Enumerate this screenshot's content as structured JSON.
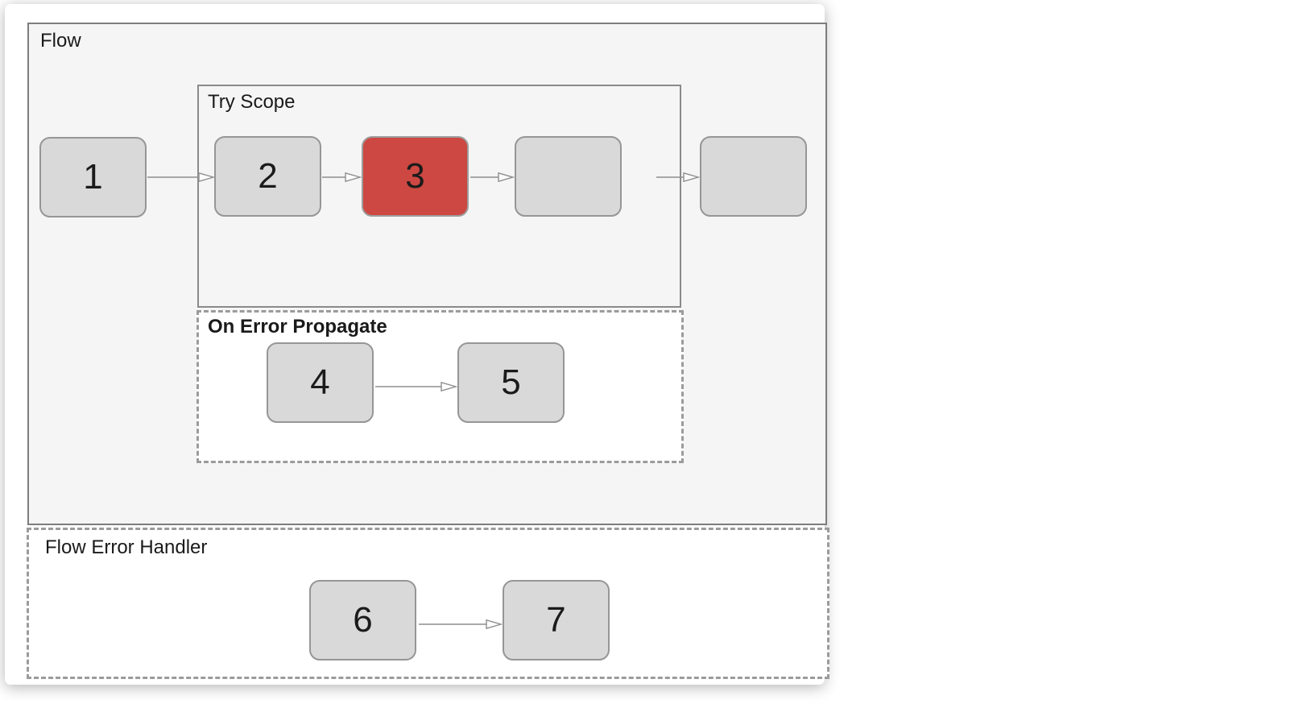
{
  "flow": {
    "label": "Flow"
  },
  "try_scope": {
    "label": "Try Scope"
  },
  "on_error_propagate": {
    "label": "On Error Propagate"
  },
  "flow_error_handler": {
    "label": "Flow Error Handler"
  },
  "nodes": [
    {
      "label": "1",
      "variant": "default",
      "container": "flow"
    },
    {
      "label": "2",
      "variant": "default",
      "container": "try-scope"
    },
    {
      "label": "3",
      "variant": "error",
      "container": "try-scope"
    },
    {
      "label": "",
      "variant": "default",
      "container": "try-scope"
    },
    {
      "label": "",
      "variant": "default",
      "container": "flow"
    },
    {
      "label": "4",
      "variant": "default",
      "container": "on-error-propagate"
    },
    {
      "label": "5",
      "variant": "default",
      "container": "on-error-propagate"
    },
    {
      "label": "6",
      "variant": "default",
      "container": "flow-error-handler"
    },
    {
      "label": "7",
      "variant": "default",
      "container": "flow-error-handler"
    }
  ],
  "colors": {
    "flow_background": "#f5f5f6",
    "node_fill": "#d9d9d9",
    "node_border": "#969696",
    "error_node_fill": "#cd4842",
    "container_border": "#7d7d7d",
    "dashed_border": "#9b9b9b",
    "connector": "#8f8f8f",
    "label_text": "#1a1a1a"
  }
}
